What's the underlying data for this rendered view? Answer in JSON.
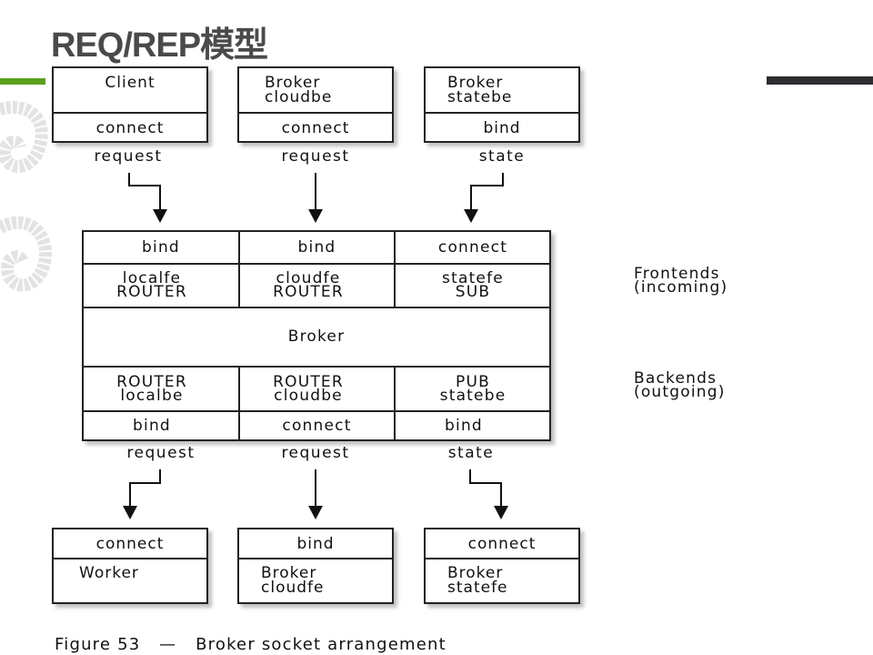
{
  "title": "REQ/REP模型",
  "colors": {
    "accent_green": "#5aa01e",
    "accent_dark": "#2b2d30",
    "title_gray": "#4a4a4a"
  },
  "top_boxes": [
    {
      "name": "Client",
      "socket_op": "connect",
      "flow_label": "request"
    },
    {
      "name": "Broker\ncloudbe",
      "socket_op": "connect",
      "flow_label": "request"
    },
    {
      "name": "Broker\nstatebe",
      "socket_op": "bind",
      "flow_label": "state"
    }
  ],
  "broker": {
    "frontend_ops": [
      "bind",
      "bind",
      "connect"
    ],
    "frontend_sockets": [
      "localfe\nROUTER",
      "cloudfe\nROUTER",
      "statefe\nSUB"
    ],
    "center_label": "Broker",
    "backend_sockets": [
      "ROUTER\nlocalbe",
      "ROUTER\ncloudbe",
      "PUB\nstatebe"
    ],
    "backend_ops": [
      "bind",
      "connect",
      "bind"
    ]
  },
  "side_labels": {
    "frontends": "Frontends\n(incoming)",
    "backends": "Backends\n(outgoing)"
  },
  "bottom_flow_labels": [
    "request",
    "request",
    "state"
  ],
  "bottom_boxes": [
    {
      "socket_op": "connect",
      "name": "Worker"
    },
    {
      "socket_op": "bind",
      "name": "Broker\ncloudfe"
    },
    {
      "socket_op": "connect",
      "name": "Broker\nstatefe"
    }
  ],
  "caption": "Figure 53   —   Broker socket arrangement"
}
